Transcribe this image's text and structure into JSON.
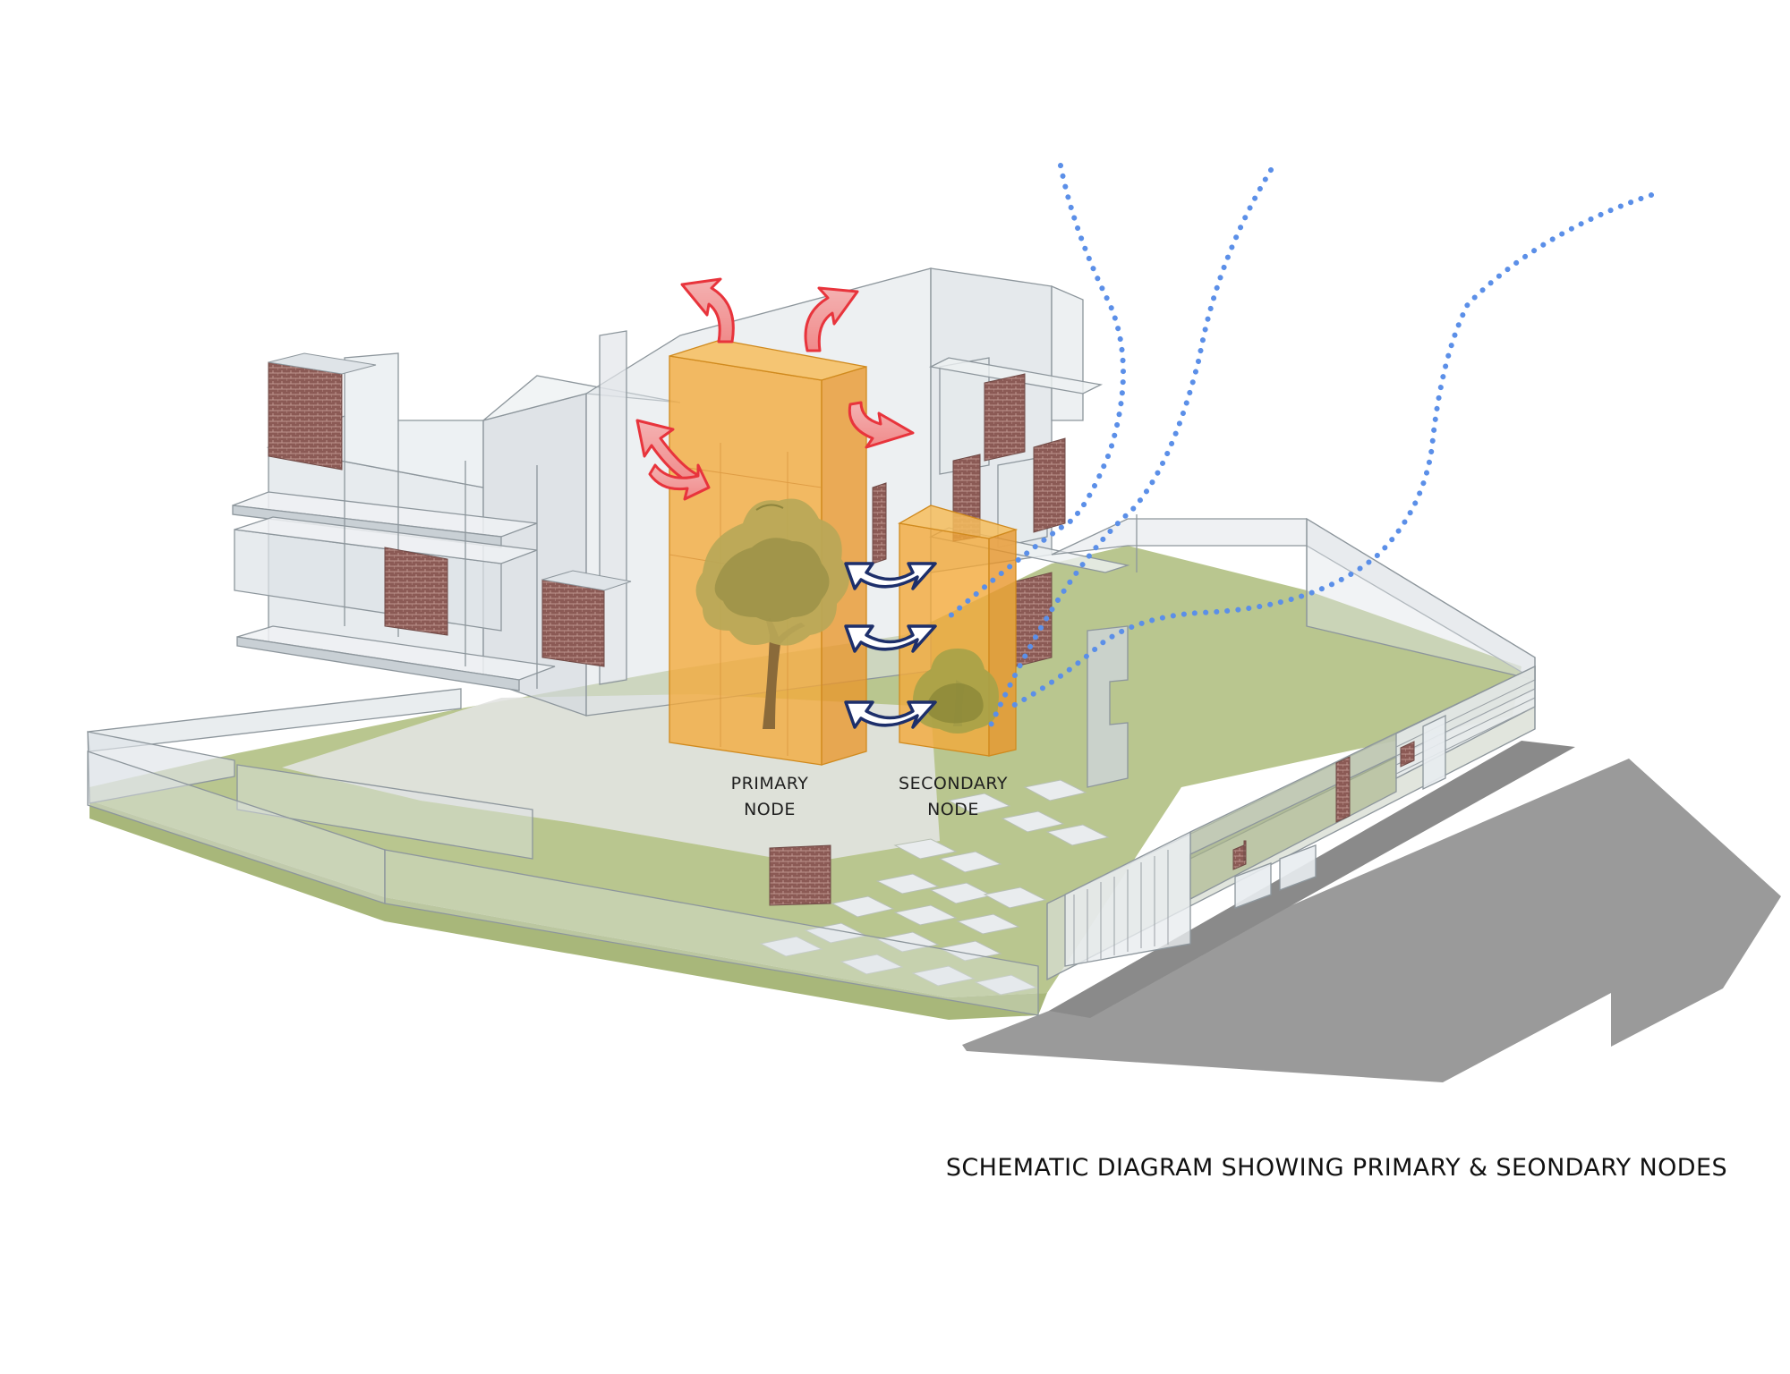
{
  "labels": {
    "primary": {
      "line1": "PRIMARY",
      "line2": "NODE"
    },
    "secondary": {
      "line1": "SECONDARY",
      "line2": "NODE"
    }
  },
  "caption": "SCHEMATIC DIAGRAM SHOWING PRIMARY & SEONDARY NODES",
  "colors": {
    "lawn": "#b9c68f",
    "glass": "#dfe4e8",
    "glass_edge": "#8d969c",
    "node_volume": "#f3a93a",
    "brick": "#8b5a55",
    "road": "#9a9a9a",
    "hot_air_arrow": "#e8343c",
    "cool_air_arrow": "#1d2f6b",
    "wind_path": "#5b8fe8"
  },
  "icons": {
    "hot_air": "curved-up-arrow-icon",
    "cool_air": "curved-swap-arrow-icon",
    "tree": "tree-icon",
    "wind": "dotted-wind-path-icon"
  }
}
